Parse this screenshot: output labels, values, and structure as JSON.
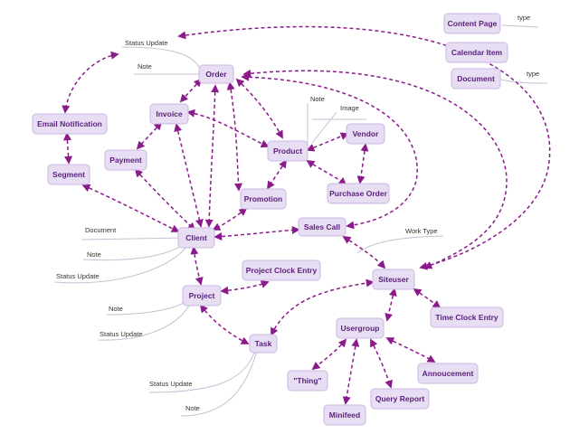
{
  "nodes": {
    "order": "Order",
    "invoice": "Invoice",
    "product": "Product",
    "vendor": "Vendor",
    "payment": "Payment",
    "email_notification": "Email Notification",
    "segment": "Segment",
    "promotion": "Promotion",
    "purchase_order": "Purchase Order",
    "client": "Client",
    "sales_call": "Sales Call",
    "project_clock_entry": "Project Clock Entry",
    "siteuser": "Siteuser",
    "time_clock_entry": "Time Clock Entry",
    "project": "Project",
    "task": "Task",
    "usergroup": "Usergroup",
    "thing": "\"Thing\"",
    "minifeed": "Minifeed",
    "query_report": "Query Report",
    "annoucement": "Annoucement",
    "content_page": "Content Page",
    "calendar_item": "Calendar Item",
    "document": "Document"
  },
  "attributes": {
    "status_update_top": "Status Update",
    "note_order": "Note",
    "note_product": "Note",
    "image_product": "Image",
    "document_client": "Document",
    "note_client": "Note",
    "status_update_client": "Status Update",
    "work_type": "Work Type",
    "note_project": "Note",
    "status_update_project": "Status Update",
    "status_update_task": "Status Update",
    "note_task": "Note",
    "type_content_page": "type",
    "type_document": "type"
  },
  "colors": {
    "node_fill": "#e8def4",
    "node_border": "#cbb7e2",
    "node_text": "#5a1f7a",
    "edge": "#8b1a8b",
    "attr_line": "#c8c0d4"
  }
}
